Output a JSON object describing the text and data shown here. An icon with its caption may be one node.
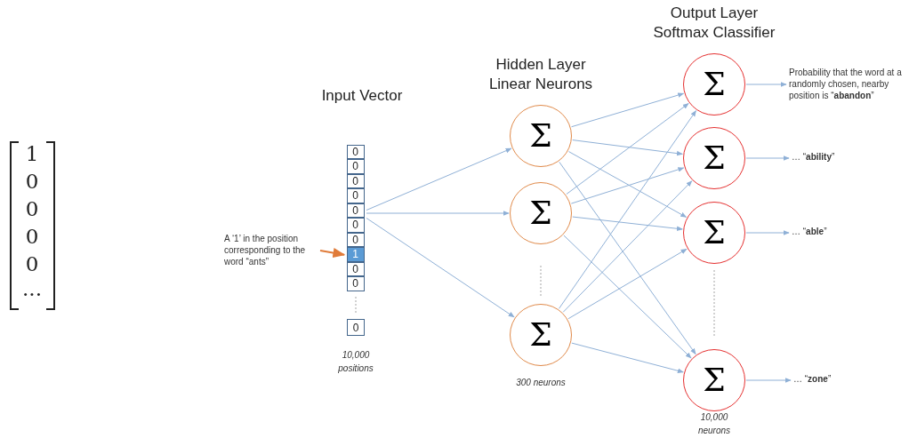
{
  "diagram": {
    "nodes": [
      {
        "text": [],
        "shape": "box"
      },
      {
        "text": [
          "0"
        ],
        "in": 0
      },
      {
        "text": [
          "0"
        ],
        "in": 0
      },
      {
        "text": [
          "0"
        ],
        "in": 0
      },
      {
        "text": [
          "0"
        ],
        "in": 0
      },
      {
        "text": [
          "0"
        ],
        "in": 0
      },
      {
        "text": [
          "0"
        ],
        "in": 0
      },
      {
        "text": [
          "0"
        ],
        "in": 0
      },
      {
        "text": [
          "1"
        ],
        "in": 0
      },
      {
        "text": [
          "0"
        ],
        "in": 0
      },
      {
        "text": [
          "0"
        ],
        "in": 0
      },
      {
        "text": [
          "0"
        ]
      },
      {
        "text": [
          "A ‘1’ in the position corresponding to the word “ants”"
        ]
      },
      {
        "text": [
          "Σ"
        ]
      },
      {
        "text": [
          "Σ"
        ]
      },
      {
        "text": [
          "Σ"
        ]
      },
      {
        "text": [
          "Σ"
        ]
      },
      {
        "text": [
          "Σ"
        ]
      },
      {
        "text": [
          "Σ"
        ]
      },
      {
        "text": [
          "Σ"
        ]
      },
      {
        "text": [
          "Probability that the word at a randomly chosen, nearby position is “**abandon**”"
        ]
      },
      {
        "text": [
          "… “**ability**”"
        ]
      },
      {
        "text": [
          "… “**able**”"
        ]
      },
      {
        "text": [
          "… “**zone**”"
        ]
      }
    ],
    "edges": [
      {
        "from": 12,
        "to": 8,
        "arrow": "to",
        "color": "#e07b39"
      },
      {
        "from": 0,
        "to": 13,
        "arrow": "to"
      },
      {
        "from": 0,
        "to": 14,
        "arrow": "to"
      },
      {
        "from": 0,
        "to": 15,
        "arrow": "to"
      },
      {
        "from": 13,
        "to": 16,
        "arrow": "to"
      },
      {
        "from": 13,
        "to": 17,
        "arrow": "to"
      },
      {
        "from": 13,
        "to": 18,
        "arrow": "to"
      },
      {
        "from": 13,
        "to": 19,
        "arrow": "to"
      },
      {
        "from": 14,
        "to": 16,
        "arrow": "to"
      },
      {
        "from": 14,
        "to": 17,
        "arrow": "to"
      },
      {
        "from": 14,
        "to": 18,
        "arrow": "to"
      },
      {
        "from": 14,
        "to": 19,
        "arrow": "to"
      },
      {
        "from": 15,
        "to": 16,
        "arrow": "to"
      },
      {
        "from": 15,
        "to": 17,
        "arrow": "to"
      },
      {
        "from": 15,
        "to": 18,
        "arrow": "to"
      },
      {
        "from": 15,
        "to": 19,
        "arrow": "to"
      },
      {
        "from": 16,
        "to": 20,
        "arrow": "to"
      },
      {
        "from": 17,
        "to": 21,
        "arrow": "to"
      },
      {
        "from": 18,
        "to": 22,
        "arrow": "to"
      },
      {
        "from": 19,
        "to": 23,
        "arrow": "to"
      }
    ],
    "labels": [
      "Output Layer Softmax Classifier",
      "Hidden Layer Linear Neurons",
      "Input Vector",
      "1",
      "0",
      "0",
      "0",
      "0",
      "...",
      "10,000 positions",
      "300 neurons",
      "10,000 neurons"
    ]
  }
}
